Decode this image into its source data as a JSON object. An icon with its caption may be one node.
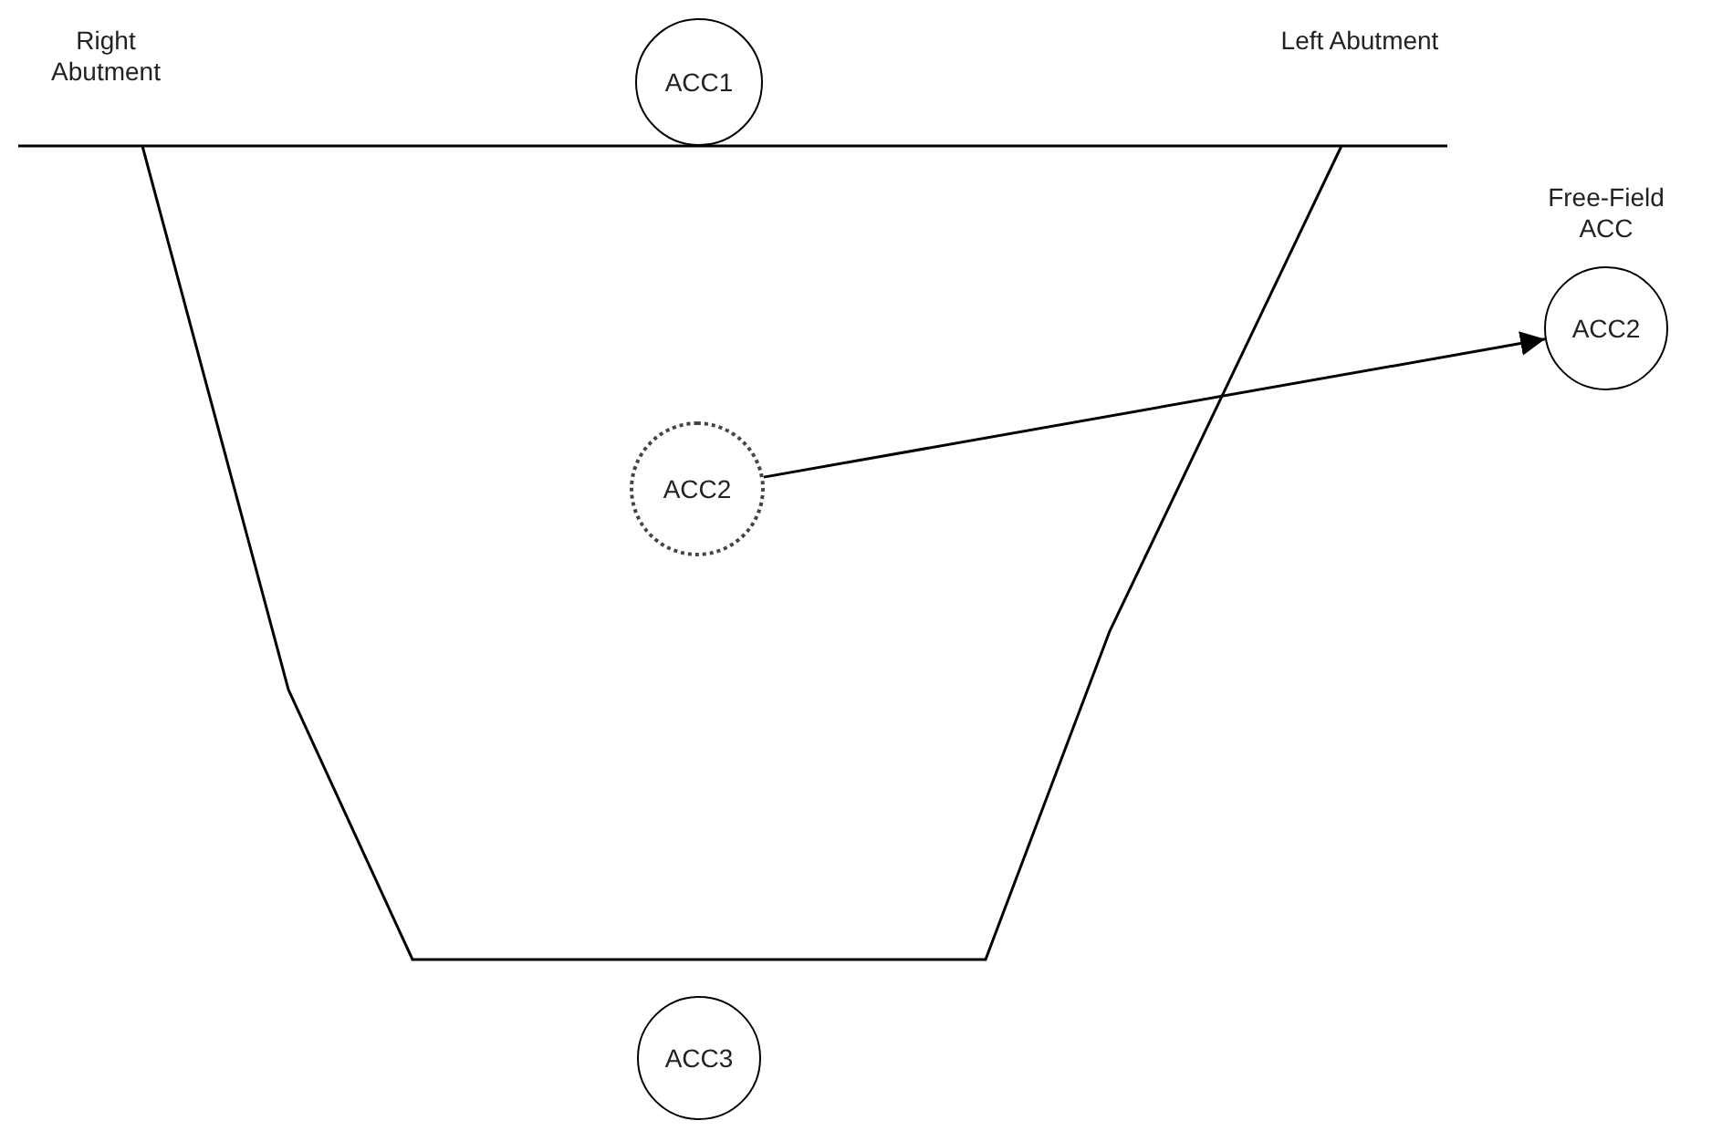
{
  "diagram": {
    "nodes": [
      {
        "text": [
          "ACC1"
        ]
      },
      {
        "text": [
          "ACC2"
        ],
        "beside": [
          "Free-Field ACC"
        ]
      },
      {
        "text": [
          "ACC2"
        ]
      },
      {
        "text": [
          "ACC3"
        ]
      }
    ],
    "edges": [
      {
        "from": 2,
        "to": 1,
        "arrow": "to"
      }
    ],
    "labels": [
      "Right Abutment",
      "Left Abutment"
    ]
  }
}
